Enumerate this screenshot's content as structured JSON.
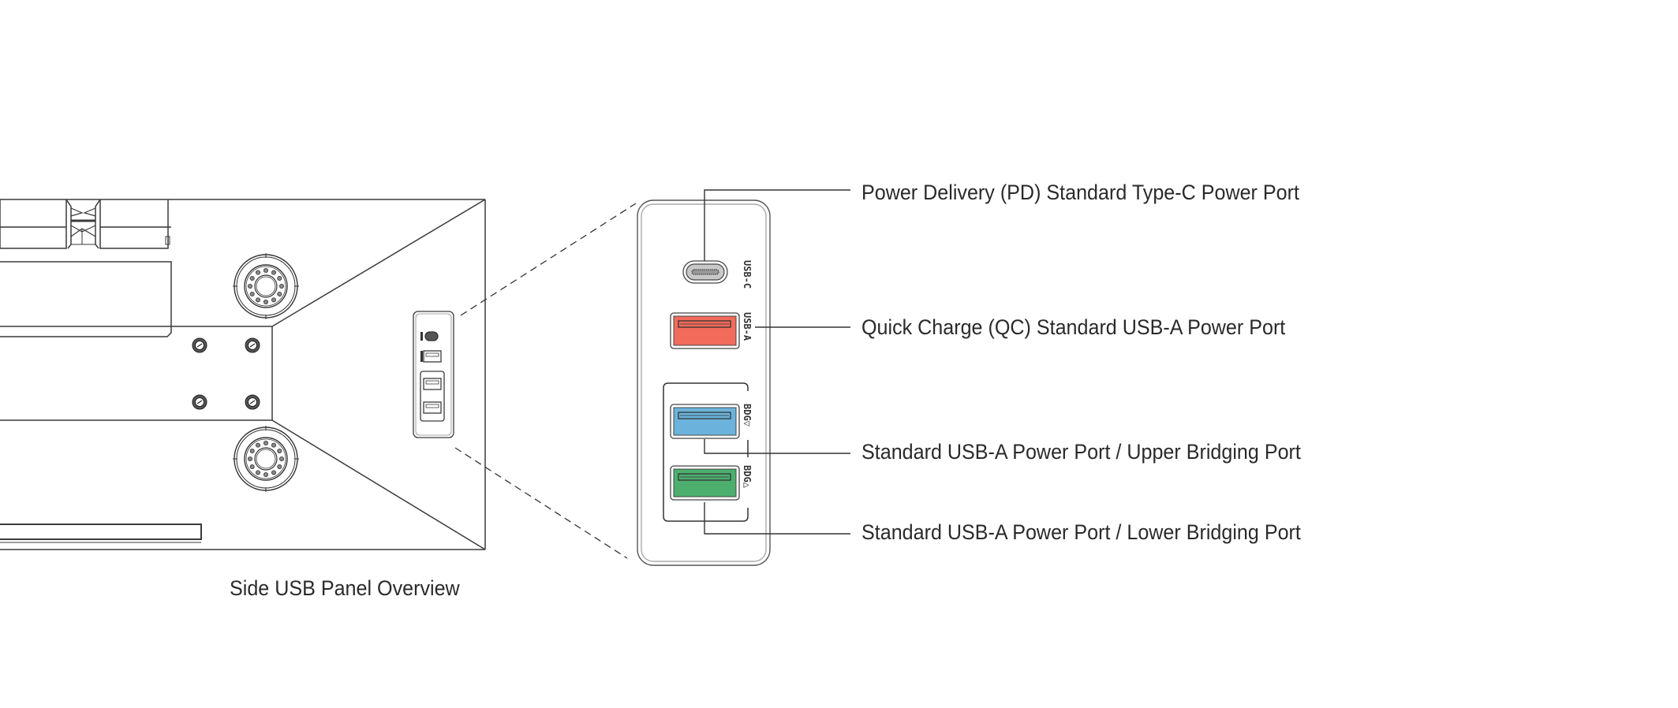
{
  "diagram": {
    "caption": "Side USB Panel Overview",
    "callouts": [
      {
        "id": "pd-port",
        "label": "Power Delivery (PD) Standard Type-C Power Port",
        "port_type": "USB-C",
        "color": "#c8c8c8"
      },
      {
        "id": "qc-port",
        "label": "Quick Charge (QC) Standard USB-A Power Port",
        "port_type": "USB-A",
        "color": "#f26b5b"
      },
      {
        "id": "upper-bridge-port",
        "label": "Standard USB-A Power Port / Upper Bridging Port",
        "port_type": "BDG▽",
        "color": "#6bb3dc"
      },
      {
        "id": "lower-bridge-port",
        "label": "Standard USB-A Power Port / Lower Bridging Port",
        "port_type": "BDG△",
        "color": "#4caf6e"
      }
    ],
    "port_markings": {
      "usb_c": "USB-C",
      "usb_a": "USB-A",
      "bdg_upper": "BDG▽",
      "bdg_lower": "BDG△"
    },
    "colors": {
      "line": "#3a3a3a",
      "pd_port": "#c8c8c8",
      "qc_port": "#f26b5b",
      "upper_bridge": "#6bb3dc",
      "lower_bridge": "#4caf6e",
      "text": "#2a2a2a"
    }
  }
}
